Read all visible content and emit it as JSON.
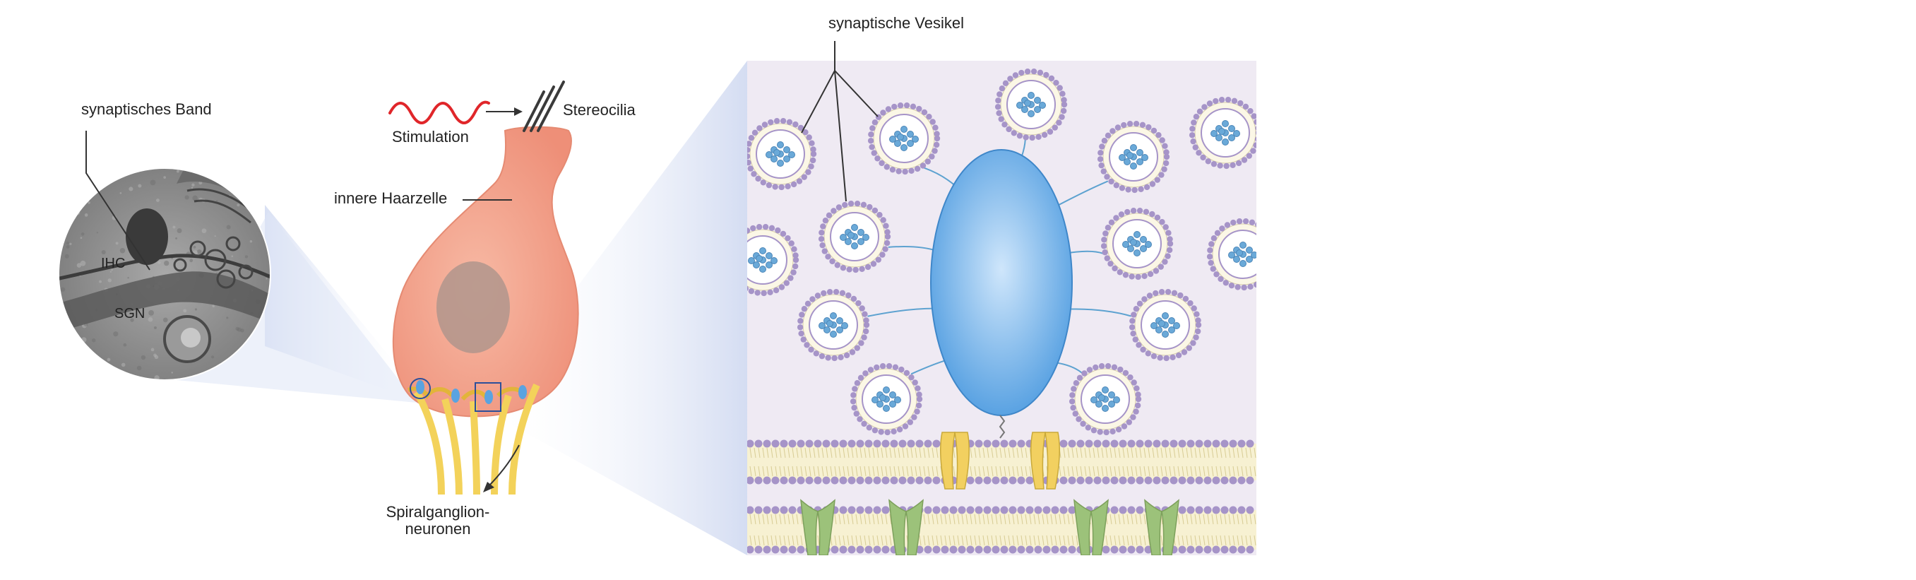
{
  "labels": {
    "ribbon": "synaptisches Band",
    "ihc": "IHC",
    "sgn": "SGN",
    "stimulation": "Stimulation",
    "stereocilia": "Stereocilia",
    "inner_hair_cell": "innere Haarzelle",
    "spiral_ganglion_1": "Spiralganglion-",
    "spiral_ganglion_2": "neuronen",
    "vesicles": "synaptische Vesikel"
  },
  "colors": {
    "hair_cell": "#f0a08a",
    "nucleus": "#b0958c",
    "ribbon_body": "#5aa3e0",
    "vesicle_cargo": "#6aa9d8",
    "membrane_bead": "#a694c8",
    "ca_channel": "#f2d060",
    "receptor": "#9cc27a",
    "neuron": "#f3d25a",
    "stimulus_wave": "#e0262a",
    "panel_bg": "#efeaf3",
    "cone": "#d7def2"
  }
}
